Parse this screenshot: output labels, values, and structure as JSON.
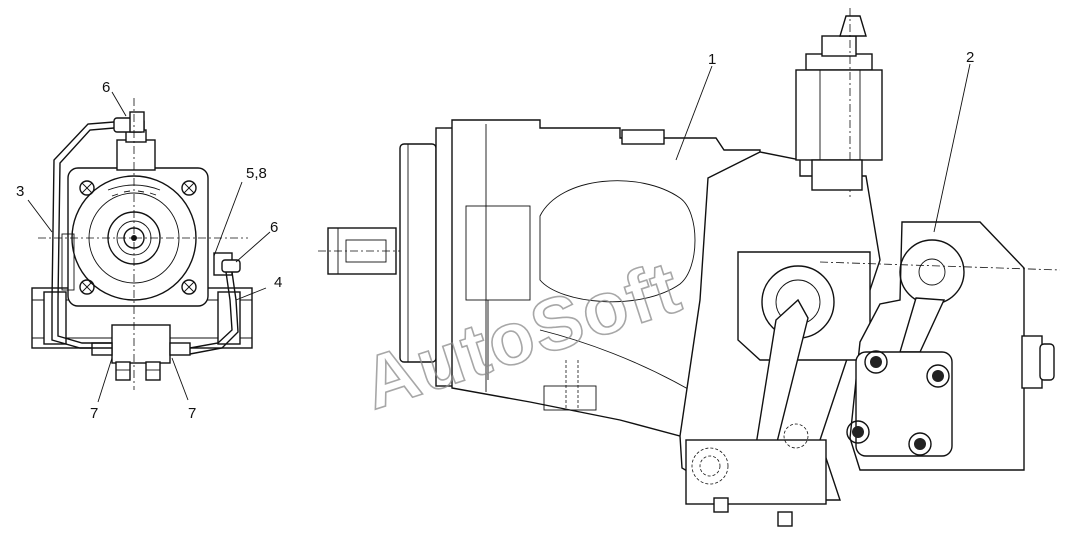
{
  "drawing": {
    "watermark": "AutoSoft",
    "callouts": {
      "c1": "1",
      "c2": "2",
      "c3": "3",
      "c4": "4",
      "c58": "5,8",
      "c6a": "6",
      "c6b": "6",
      "c7a": "7",
      "c7b": "7"
    }
  }
}
